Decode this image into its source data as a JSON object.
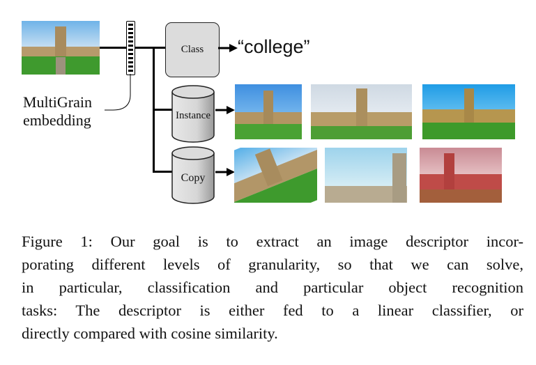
{
  "figure": {
    "query_image": {
      "alt": "Oxford college quad photo (query)"
    },
    "embedding": {
      "label_line1": "MultiGrain",
      "label_line2": "embedding",
      "segments": 12
    },
    "branches": [
      {
        "name": "Class",
        "shape": "rounded-box",
        "output_text": "“college”"
      },
      {
        "name": "Instance",
        "shape": "cylinder",
        "results": [
          {
            "alt": "college photo, blue sky"
          },
          {
            "alt": "college photo, pale sky"
          },
          {
            "alt": "college photo, wide lawn"
          }
        ]
      },
      {
        "name": "Copy",
        "shape": "cylinder",
        "results": [
          {
            "alt": "rotated copy"
          },
          {
            "alt": "cropped copy"
          },
          {
            "alt": "red-tinted copy"
          }
        ]
      }
    ],
    "colors": {
      "box_fill": "#dcdcdc",
      "line": "#000000",
      "sky": "#5aa8e6",
      "grass": "#3f9a2e",
      "stone": "#b99c6a",
      "tint": "#c0505a"
    }
  },
  "caption": {
    "lines": [
      "Figure 1: Our goal is to extract an image descriptor incor-",
      "porating different levels of granularity, so that we can solve,",
      "in particular, classification and particular object recognition",
      "tasks: The descriptor is either fed to a linear classifier, or",
      "directly compared with cosine similarity."
    ]
  }
}
